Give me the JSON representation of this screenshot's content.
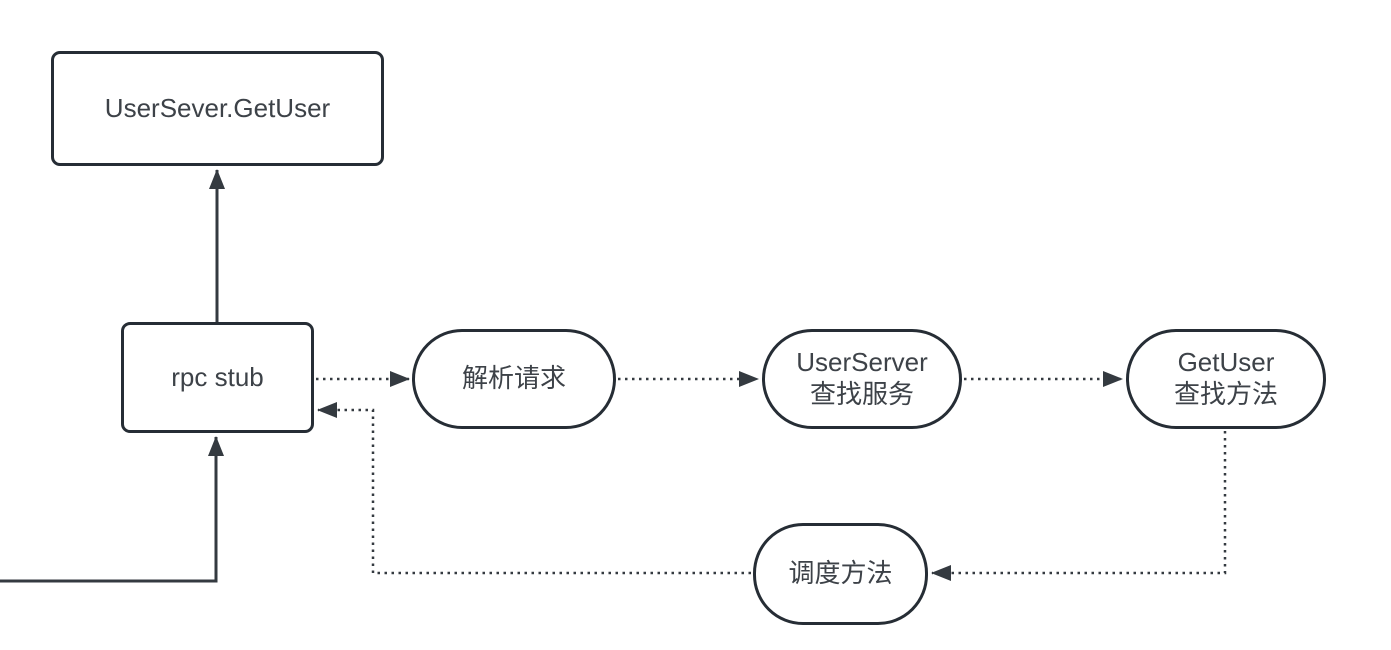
{
  "diagram": {
    "background_color": "#ffffff",
    "node_border_color": "#262d35",
    "edge_color": "#343a40",
    "text_color": "#3d4248",
    "nodes": {
      "user_server_get_user": {
        "label": "UserSever.GetUser",
        "shape": "rectangle"
      },
      "rpc_stub": {
        "label": "rpc stub",
        "shape": "rectangle"
      },
      "parse_request": {
        "label": "解析请求",
        "shape": "rounded"
      },
      "find_service": {
        "label_line1": "UserServer",
        "label_line2": "查找服务",
        "shape": "rounded"
      },
      "find_method": {
        "label_line1": "GetUser",
        "label_line2": "查找方法",
        "shape": "rounded"
      },
      "dispatch_method": {
        "label": "调度方法",
        "shape": "rounded"
      }
    },
    "edges": [
      {
        "from": "rpc_stub",
        "to": "user_server_get_user",
        "style": "solid"
      },
      {
        "from": "external-left",
        "to": "rpc_stub",
        "style": "solid"
      },
      {
        "from": "rpc_stub",
        "to": "parse_request",
        "style": "dotted"
      },
      {
        "from": "parse_request",
        "to": "find_service",
        "style": "dotted"
      },
      {
        "from": "find_service",
        "to": "find_method",
        "style": "dotted"
      },
      {
        "from": "find_method",
        "to": "dispatch_method",
        "style": "dotted"
      },
      {
        "from": "dispatch_method",
        "to": "rpc_stub",
        "style": "dotted"
      }
    ]
  }
}
